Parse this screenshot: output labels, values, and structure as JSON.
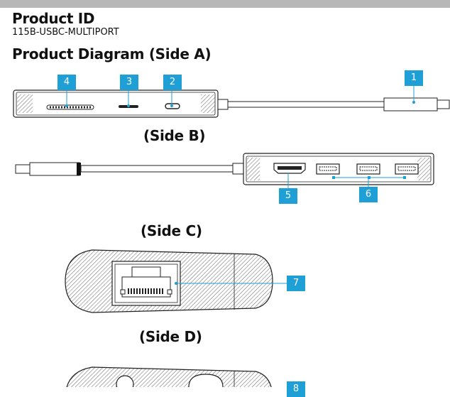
{
  "header": {
    "product_id_label": "Product ID",
    "sku": "115B-USBC-MULTIPORT",
    "diagram_title": "Product Diagram (Side A)"
  },
  "sides": {
    "b": "(Side B)",
    "c": "(Side C)",
    "d": "(Side D)"
  },
  "callouts": [
    "1",
    "2",
    "3",
    "4",
    "5",
    "6",
    "7",
    "8"
  ],
  "colors": {
    "accent": "#1e9fd6",
    "topbar": "#b7b7b7",
    "line": "#222222"
  }
}
